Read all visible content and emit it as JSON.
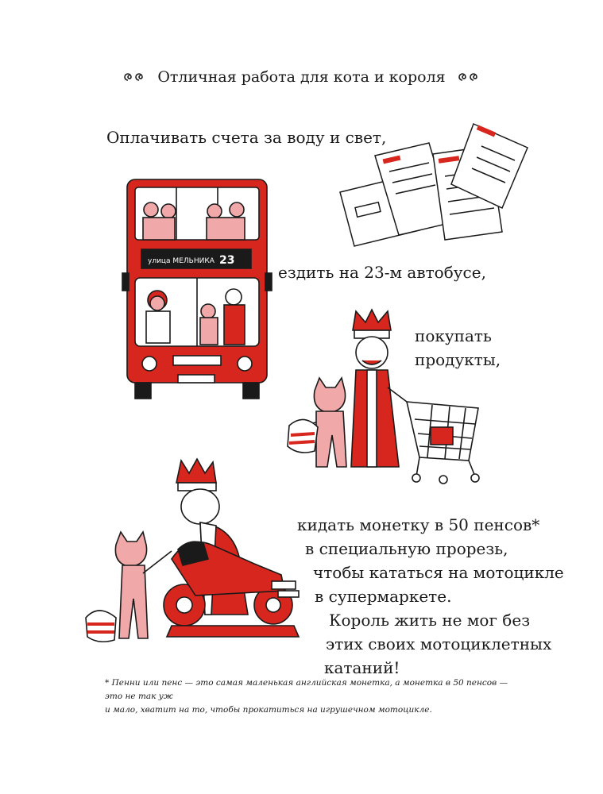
{
  "header": {
    "title": "Отличная работа для кота и короля"
  },
  "captions": {
    "bills": "Оплачивать счета за воду и свет,",
    "bus": "ездить на 23-м автобусе,",
    "shop_line1": "покупать",
    "shop_line2": "продукты,",
    "moto_line1": "кидать монетку в 50 пенсов*",
    "moto_line2": "в специальную прорезь,",
    "moto_line3": "чтобы кататься на мотоцикле",
    "moto_line4": "в супермаркете.",
    "moto_line5": "Король жить не мог без",
    "moto_line6": "этих своих мотоциклетных",
    "moto_line7": "катаний!"
  },
  "bus_sign": {
    "street": "улица МЕЛЬНИКА",
    "number": "23"
  },
  "footnote": {
    "line1": "* Пенни или пенс — это самая маленькая английская монетка, а монетка в 50 пенсов — это не так уж",
    "line2": "и мало, хватит на то, чтобы прокатиться на игрушечном мотоцикле."
  },
  "colors": {
    "red": "#d7261e",
    "pink": "#f0a8a8",
    "ink": "#1a1a1a"
  }
}
